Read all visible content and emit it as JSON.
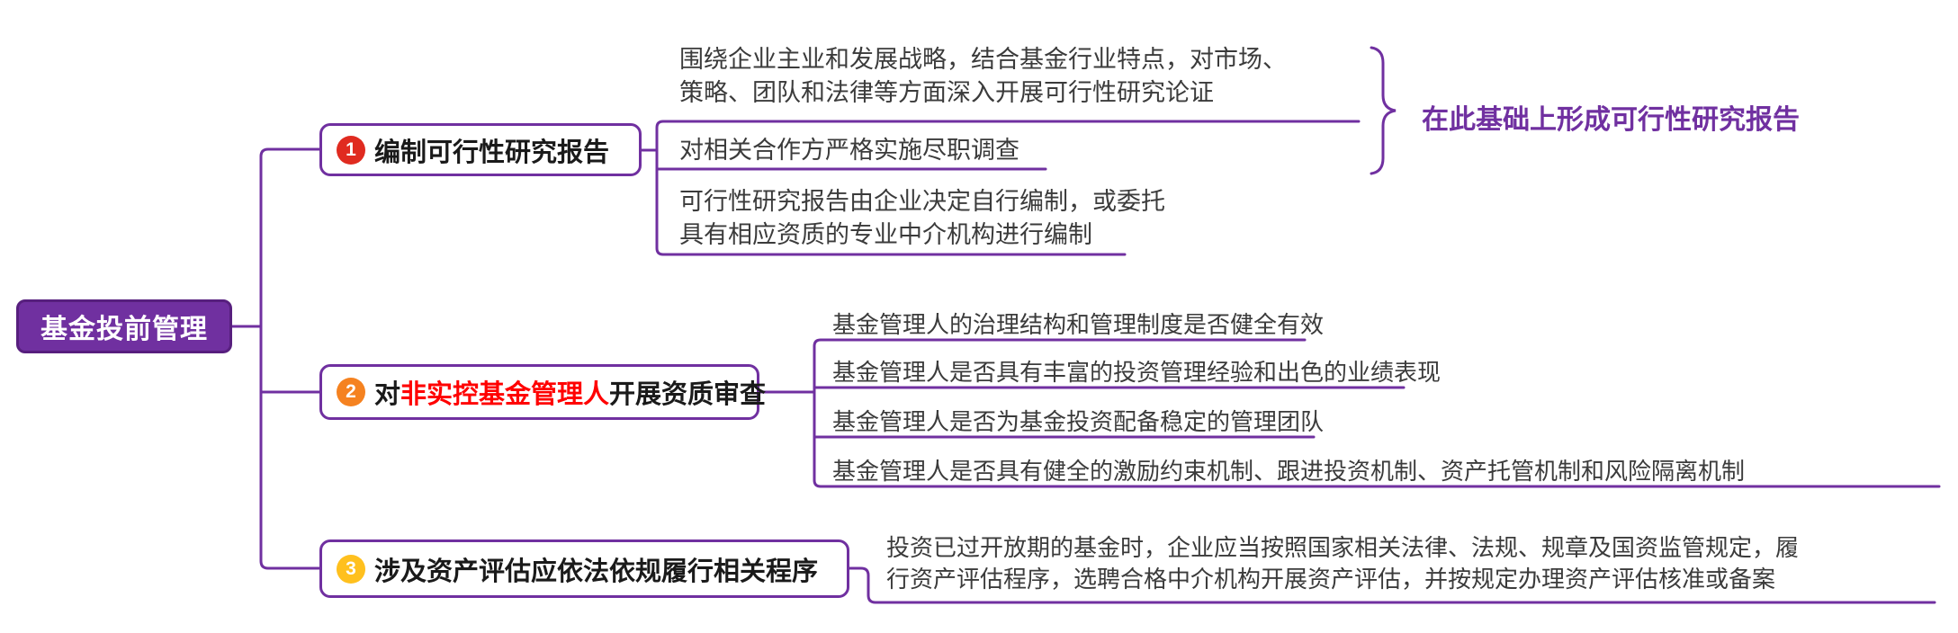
{
  "root": {
    "label": "基金投前管理"
  },
  "colors": {
    "purple": "#7030A0",
    "root_fill": "#7030A0",
    "highlight_red": "#FF0000",
    "badge1_red": "#E02B20",
    "badge2_orange": "#F58220",
    "badge3_yellow": "#FFC01E",
    "leaf_text": "#3B3B3B"
  },
  "branches": [
    {
      "badge": "1",
      "title": "编制可行性研究报告",
      "children": [
        {
          "lines": [
            "围绕企业主业和发展战略，结合基金行业特点，对市场、",
            "策略、团队和法律等方面深入开展可行性研究论证"
          ]
        },
        {
          "lines": [
            "对相关合作方严格实施尽职调查"
          ]
        },
        {
          "lines": [
            "可行性研究报告由企业决定自行编制，或委托",
            "具有相应资质的专业中介机构进行编制"
          ]
        }
      ],
      "annotation": "在此基础上形成可行性研究报告"
    },
    {
      "badge": "2",
      "title_parts": [
        {
          "text": "对",
          "color": "black"
        },
        {
          "text": "非实控基金管理人",
          "color": "red"
        },
        {
          "text": "开展资质审查",
          "color": "black"
        }
      ],
      "children": [
        {
          "text": "基金管理人的治理结构和管理制度是否健全有效"
        },
        {
          "text": "基金管理人是否具有丰富的投资管理经验和出色的业绩表现"
        },
        {
          "text": "基金管理人是否为基金投资配备稳定的管理团队"
        },
        {
          "text": "基金管理人是否具有健全的激励约束机制、跟进投资机制、资产托管机制和风险隔离机制"
        }
      ]
    },
    {
      "badge": "3",
      "title": "涉及资产评估应依法依规履行相关程序",
      "children": [
        {
          "lines": [
            "投资已过开放期的基金时，企业应当按照国家相关法律、法规、规章及国资监管规定，履",
            "行资产评估程序，选聘合格中介机构开展资产评估，并按规定办理资产评估核准或备案"
          ]
        }
      ]
    }
  ]
}
